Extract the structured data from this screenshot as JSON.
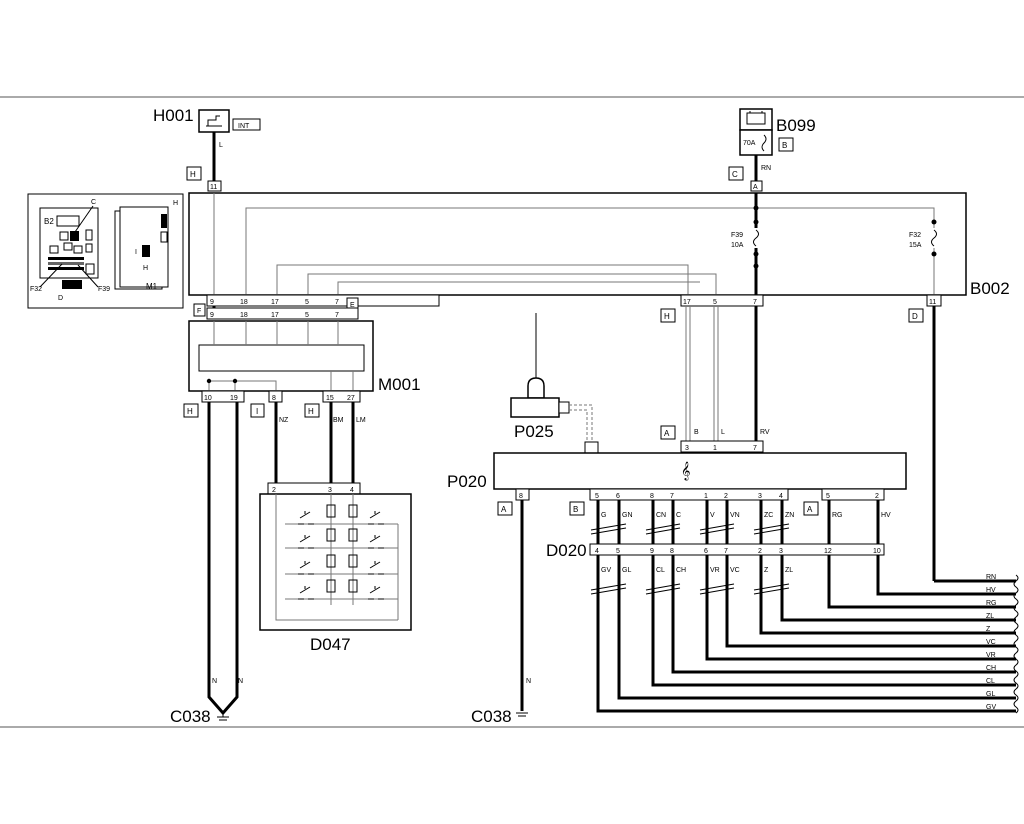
{
  "components": {
    "h001": "H001",
    "b099": "B099",
    "b002": "B002",
    "m001": "M001",
    "p025": "P025",
    "p020": "P020",
    "d020": "D020",
    "d047": "D047",
    "c038_left": "C038",
    "c038_right": "C038"
  },
  "h001_int": "INT",
  "b099_fuse": "70A",
  "fuses": [
    {
      "id": "F39",
      "rating": "10A"
    },
    {
      "id": "F32",
      "rating": "15A"
    }
  ],
  "inset": {
    "b2": "B2",
    "c": "C",
    "h": "H",
    "i": "I",
    "f32": "F32",
    "f39": "F39",
    "d": "D",
    "m1": "M1",
    "h2": "H"
  },
  "connector_letters": {
    "h_top": "H",
    "c_top": "C",
    "b_b099": "B",
    "f_b002": "F",
    "e_b002": "E",
    "h_b002_mid": "H",
    "d_b002": "D",
    "h_m001_left": "H",
    "i_m001": "I",
    "h_m001_mid": "H",
    "a_p020_top": "A",
    "a_p020_left": "A",
    "b_p020": "B",
    "a_p020_right": "A"
  },
  "wires": {
    "l": "L",
    "rn": "RN",
    "nz": "NZ",
    "bm": "BM",
    "lm": "LM",
    "n1": "N",
    "n2": "N",
    "n3": "N",
    "b": "B",
    "l2": "L",
    "rv": "RV",
    "p020_top": [
      "G",
      "GN",
      "CN",
      "C",
      "V",
      "VN",
      "ZC",
      "ZN",
      "RG",
      "HV"
    ],
    "d020_bottom": [
      "GV",
      "GL",
      "CL",
      "CH",
      "VR",
      "VC",
      "Z",
      "ZL"
    ]
  },
  "pins": {
    "b002_top_left": "11",
    "b002_top_right": "A",
    "b002_bottom": [
      "9",
      "18",
      "17",
      "5",
      "7",
      "17",
      "5",
      "7",
      "11"
    ],
    "m001_top": [
      "9",
      "18",
      "17",
      "5",
      "7"
    ],
    "m001_bottom": [
      "10",
      "19",
      "8",
      "15",
      "27"
    ],
    "d047": [
      "2",
      "3",
      "4"
    ],
    "p020_top": [
      "3",
      "1",
      "7"
    ],
    "p020_bottom": [
      "8",
      "5",
      "6",
      "8",
      "7",
      "1",
      "2",
      "3",
      "4",
      "5",
      "2"
    ],
    "d020": [
      "4",
      "5",
      "9",
      "8",
      "6",
      "7",
      "2",
      "3",
      "12",
      "10"
    ]
  },
  "right_wire_labels": [
    "RN",
    "HV",
    "RG",
    "ZL",
    "Z",
    "VC",
    "VR",
    "CH",
    "CL",
    "GL",
    "GV"
  ]
}
